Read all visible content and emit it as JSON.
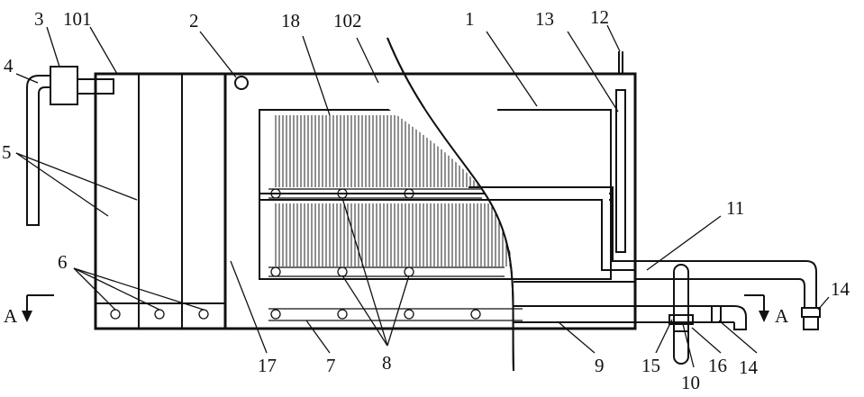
{
  "figure": {
    "labels": {
      "l3": "3",
      "l101": "101",
      "l2": "2",
      "l18": "18",
      "l102": "102",
      "l1": "1",
      "l13": "13",
      "l12": "12",
      "l4": "4",
      "l5": "5",
      "l11": "11",
      "l6": "6",
      "lA_left": "A",
      "lA_right": "A",
      "l14_top": "14",
      "l14_bottom": "14",
      "l17": "17",
      "l7": "7",
      "l8": "8",
      "l9": "9",
      "l15": "15",
      "l10": "10",
      "l16": "16"
    }
  }
}
